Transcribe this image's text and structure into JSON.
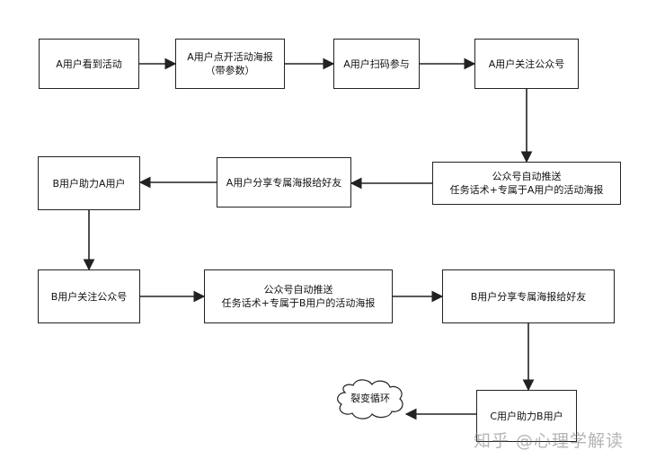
{
  "nodes": {
    "n1": {
      "lines": [
        "A用户看到活动"
      ]
    },
    "n2": {
      "lines": [
        "A用户点开活动海报",
        "（带参数）"
      ]
    },
    "n3": {
      "lines": [
        "A用户扫码参与"
      ]
    },
    "n4": {
      "lines": [
        "A用户关注公众号"
      ]
    },
    "n5": {
      "lines": [
        "公众号自动推送",
        "任务话术+专属于A用户的活动海报"
      ]
    },
    "n6": {
      "lines": [
        "A用户分享专属海报给好友"
      ]
    },
    "n7": {
      "lines": [
        "B用户助力A用户"
      ]
    },
    "n8": {
      "lines": [
        "B用户关注公众号"
      ]
    },
    "n9": {
      "lines": [
        "公众号自动推送",
        "任务话术+专属于B用户的活动海报"
      ]
    },
    "n10": {
      "lines": [
        "B用户分享专属海报给好友"
      ]
    },
    "n11": {
      "lines": [
        "C用户助力B用户"
      ]
    }
  },
  "cloud": {
    "label": "裂变循环"
  },
  "edges": [
    [
      "n1",
      "n2"
    ],
    [
      "n2",
      "n3"
    ],
    [
      "n3",
      "n4"
    ],
    [
      "n4",
      "n5"
    ],
    [
      "n5",
      "n6"
    ],
    [
      "n6",
      "n7"
    ],
    [
      "n7",
      "n8"
    ],
    [
      "n8",
      "n9"
    ],
    [
      "n9",
      "n10"
    ],
    [
      "n10",
      "n11"
    ],
    [
      "n11",
      "cloud"
    ]
  ],
  "watermark": "知乎 @心理学解读",
  "colors": {
    "stroke": "#222222",
    "background": "#ffffff"
  }
}
